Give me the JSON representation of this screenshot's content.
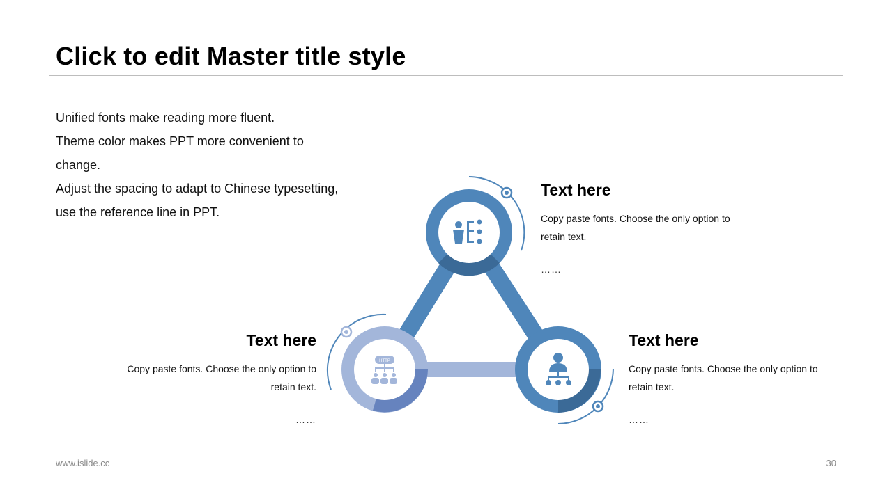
{
  "slide": {
    "title": "Click to edit Master title style",
    "intro_lines": [
      "Unified fonts make reading more fluent.",
      "Theme color makes PPT more convenient to",
      "change.",
      "Adjust the spacing to adapt to Chinese typesetting,",
      "use the reference line in PPT."
    ],
    "blocks": [
      {
        "title": "Text here",
        "body_lines": [
          "Copy paste fonts. Choose the only option to",
          "retain text."
        ],
        "dots": "……",
        "icon": "business-person-list-icon"
      },
      {
        "title": "Text here",
        "body_lines": [
          "Copy paste fonts. Choose the only option to",
          "retain text."
        ],
        "dots": "……",
        "icon": "http-network-icon"
      },
      {
        "title": "Text here",
        "body_lines": [
          "Copy paste fonts. Choose the only option to",
          "retain text."
        ],
        "dots": "……",
        "icon": "person-org-chart-icon"
      }
    ],
    "http_label": "HTTP",
    "footer_url": "www.islide.cc",
    "page_number": "30"
  },
  "colors": {
    "primary": "#4f86ba",
    "primary_dark": "#3b6a97",
    "light": "#a3b6da",
    "light_dark": "#6683be",
    "rule": "#bdbdbd"
  }
}
